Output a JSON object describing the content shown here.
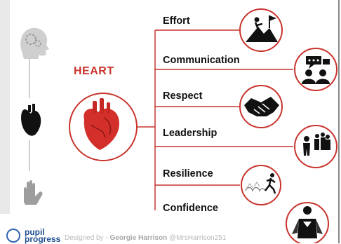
{
  "diagram": {
    "center_label": "HEART",
    "branches": [
      {
        "label": "Effort",
        "icon": "climber-summit-flag-icon"
      },
      {
        "label": "Communication",
        "icon": "team-conversation-icon"
      },
      {
        "label": "Respect",
        "icon": "handshake-icon"
      },
      {
        "label": "Leadership",
        "icon": "group-leader-icon"
      },
      {
        "label": "Resilience",
        "icon": "runner-obstacles-icon"
      },
      {
        "label": "Confidence",
        "icon": "superhero-icon"
      }
    ],
    "side_icons": [
      "brain-gears-head-icon",
      "heart-silhouette-icon",
      "hand-icon"
    ]
  },
  "footer": {
    "brand_line1": "pupil",
    "brand_line2": "progress",
    "credit_prefix": "Designed by - ",
    "credit_name": "Georgie Harrison",
    "credit_handle": " @MrsHarrison251"
  },
  "colors": {
    "accent": "#c9342d",
    "line": "#c9342d"
  }
}
